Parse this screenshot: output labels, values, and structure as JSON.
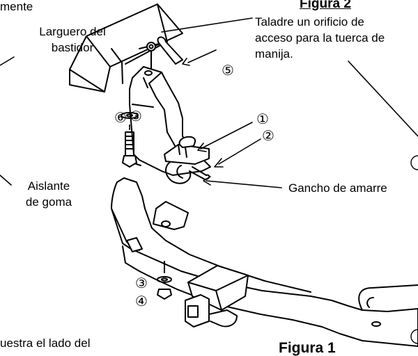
{
  "labels": {
    "top_left_fragment": "mente",
    "frame_rail_line1": "Larguero del",
    "frame_rail_line2": "bastidor",
    "figure2_title": "Figura 2",
    "drill_line1": "Taladre un orificio de",
    "drill_line2": "acceso para la tuerca de",
    "drill_line3": "manija.",
    "rubber_line1": "Aislante",
    "rubber_line2": "de goma",
    "tie_hook": "Gancho de amarre",
    "bottom_fragment": "uestra el lado del",
    "figure1_title": "Figura 1"
  },
  "callouts": {
    "c1": "①",
    "c2": "②",
    "c3_top": "③",
    "c3_bottom": "③",
    "c4": "④",
    "c5": "⑤",
    "c6": "⑥"
  }
}
